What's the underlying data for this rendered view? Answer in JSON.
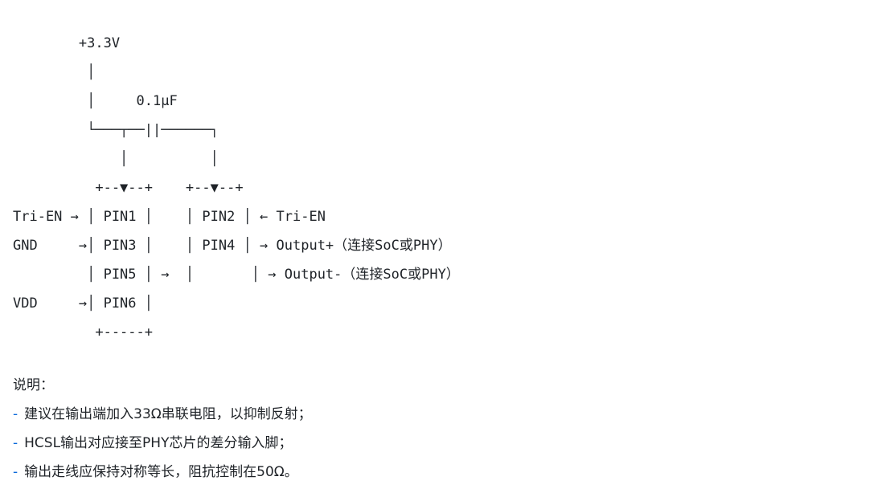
{
  "diagram": {
    "lines": [
      "        +3.3V",
      "         │",
      "         │     0.1μF",
      "         └───┬──||──────┐",
      "             │          │",
      "          +--▼--+    +--▼--+",
      "Tri-EN → │ PIN1 │    │ PIN2 │ ← Tri-EN",
      "GND     →│ PIN3 │    │ PIN4 │ → Output+（连接SoC或PHY）",
      "         │ PIN5 │ →  │       │ → Output-（连接SoC或PHY）",
      "VDD     →│ PIN6 │",
      "          +-----+"
    ]
  },
  "notes": {
    "title": "说明：",
    "items": [
      {
        "dash": "-",
        "text": "建议在输出端加入33Ω串联电阻，以抑制反射；"
      },
      {
        "dash": "-",
        "text": "HCSL输出对应接至PHY芯片的差分输入脚；"
      },
      {
        "dash": "-",
        "text": "输出走线应保持对称等长，阻抗控制在50Ω。"
      }
    ]
  }
}
